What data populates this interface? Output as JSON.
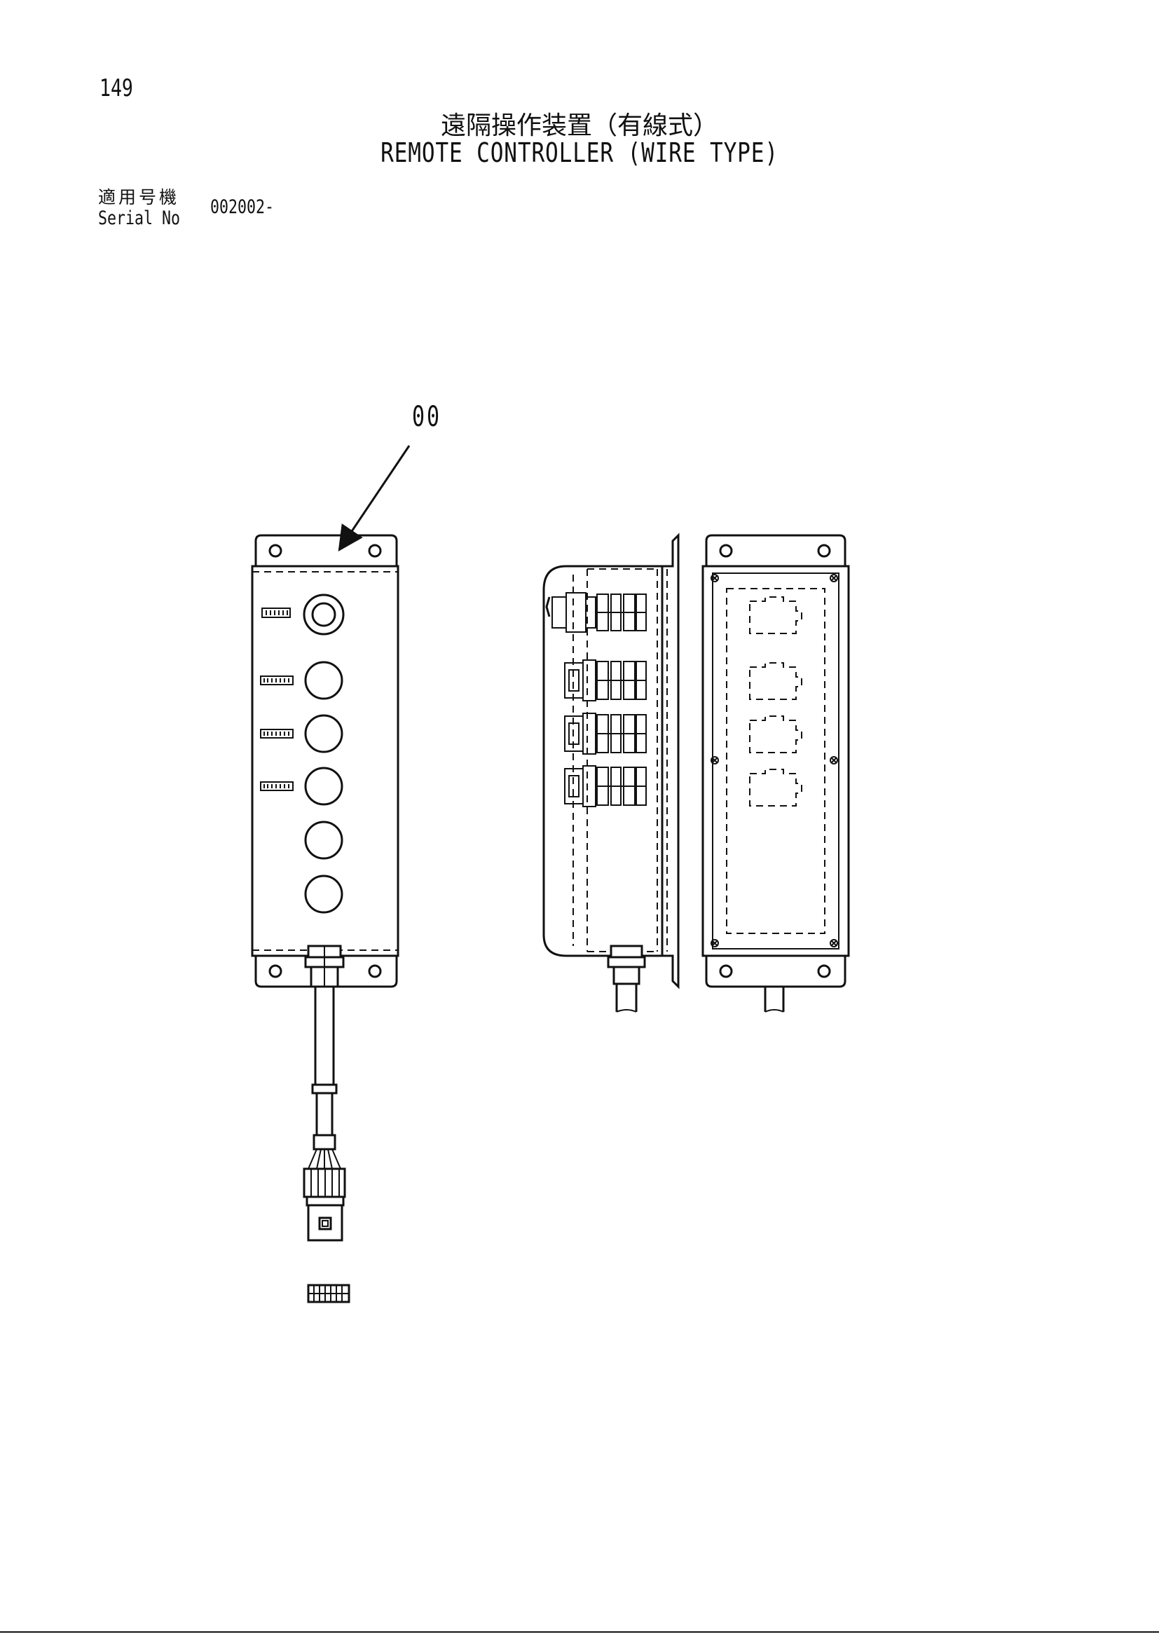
{
  "page": {
    "number": "149",
    "title_ja": "遠隔操作装置（有線式）",
    "title_en": "REMOTE CONTROLLER (WIRE TYPE)"
  },
  "serial": {
    "label_ja": "適用号機",
    "label_en": "Serial No",
    "value": "002002-"
  },
  "callouts": [
    {
      "label": "00"
    }
  ]
}
